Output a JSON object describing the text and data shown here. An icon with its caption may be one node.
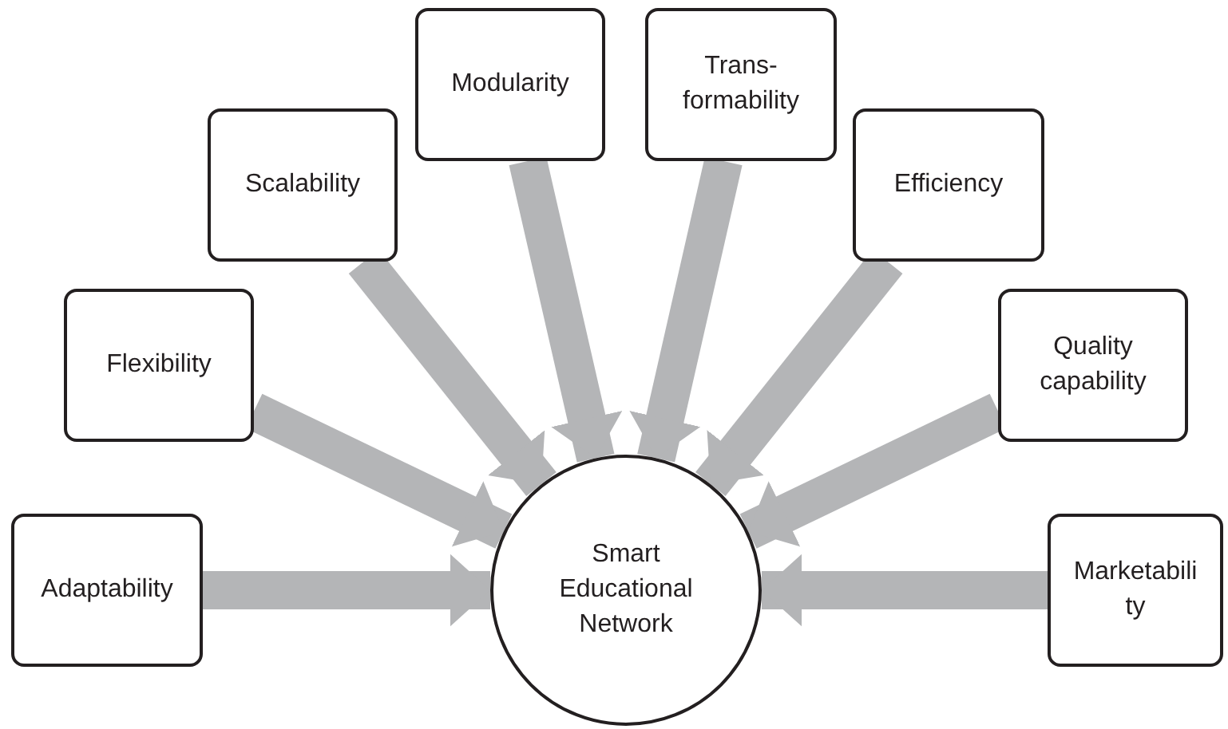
{
  "diagram": {
    "nodes": [
      {
        "text": [
          "Adaptability"
        ]
      },
      {
        "text": [
          "Flexibility"
        ]
      },
      {
        "text": [
          "Scalability"
        ]
      },
      {
        "text": [
          "Modularity"
        ]
      },
      {
        "text": [
          "Trans- formability"
        ]
      },
      {
        "text": [
          "Efficiency"
        ]
      },
      {
        "text": [
          "Quality capability"
        ]
      },
      {
        "text": [
          "Marketabili ty"
        ]
      },
      {
        "text": [
          "Smart Educational Network"
        ]
      }
    ],
    "edges": [
      {
        "from": 0,
        "to": 8,
        "arrow": "to"
      },
      {
        "from": 1,
        "to": 8,
        "arrow": "to"
      },
      {
        "from": 2,
        "to": 8,
        "arrow": "to"
      },
      {
        "from": 3,
        "to": 8,
        "arrow": "to"
      },
      {
        "from": 4,
        "to": 8,
        "arrow": "to"
      },
      {
        "from": 5,
        "to": 8,
        "arrow": "to"
      },
      {
        "from": 6,
        "to": 8,
        "arrow": "to"
      },
      {
        "from": 7,
        "to": 8,
        "arrow": "to"
      }
    ]
  }
}
